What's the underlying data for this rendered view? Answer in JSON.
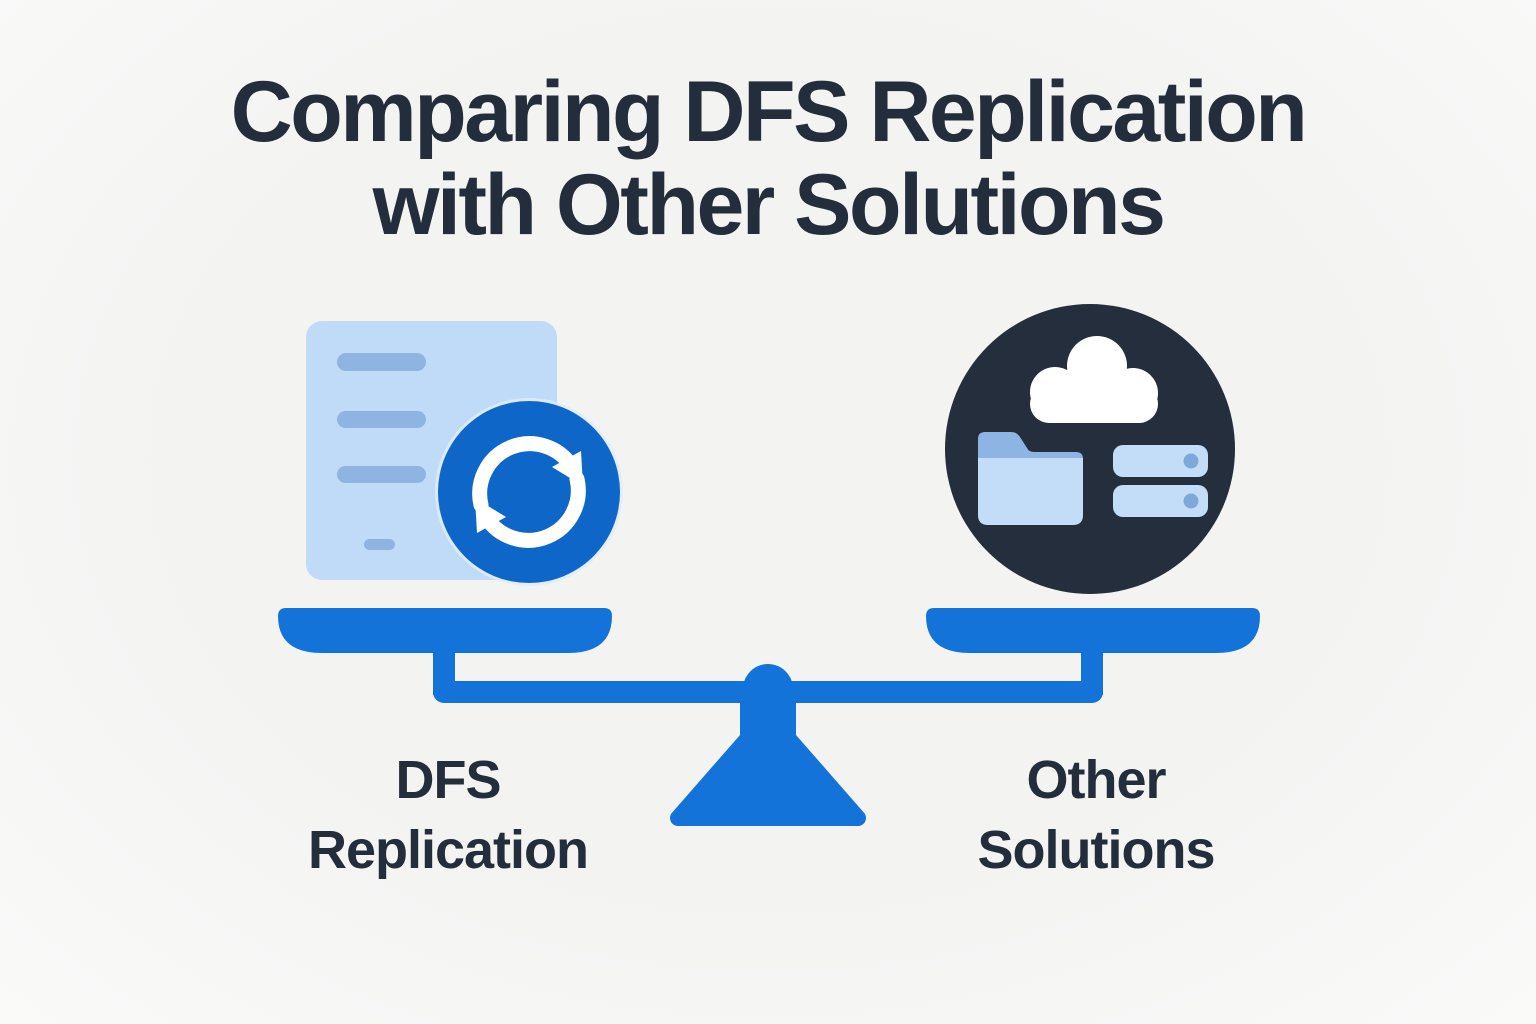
{
  "title": {
    "line1": "Comparing DFS Replication",
    "line2": "with Other Solutions"
  },
  "comparison": {
    "left": {
      "line1": "DFS",
      "line2": "Replication",
      "icon": "document-sync-icon"
    },
    "right": {
      "line1": "Other",
      "line2": "Solutions",
      "icon": "cloud-folder-servers-icon"
    }
  },
  "icons": {
    "left": [
      "document-icon",
      "sync-arrows-icon"
    ],
    "right": [
      "dark-circle-badge",
      "cloud-icon",
      "folder-icon",
      "server-stack-icon"
    ],
    "center": "balance-scale-icon"
  },
  "colors": {
    "background": "#f5f6f4",
    "heading": "#232d3b",
    "scale": "#1473d9",
    "sync": "#0e66c9",
    "document": "#c0dbf8",
    "document_line": "#8fb4e2",
    "navy": "#252e3c",
    "folder_tab": "#8db4e3",
    "panel": "#c3ddf8",
    "dot": "#7ea8d9"
  }
}
